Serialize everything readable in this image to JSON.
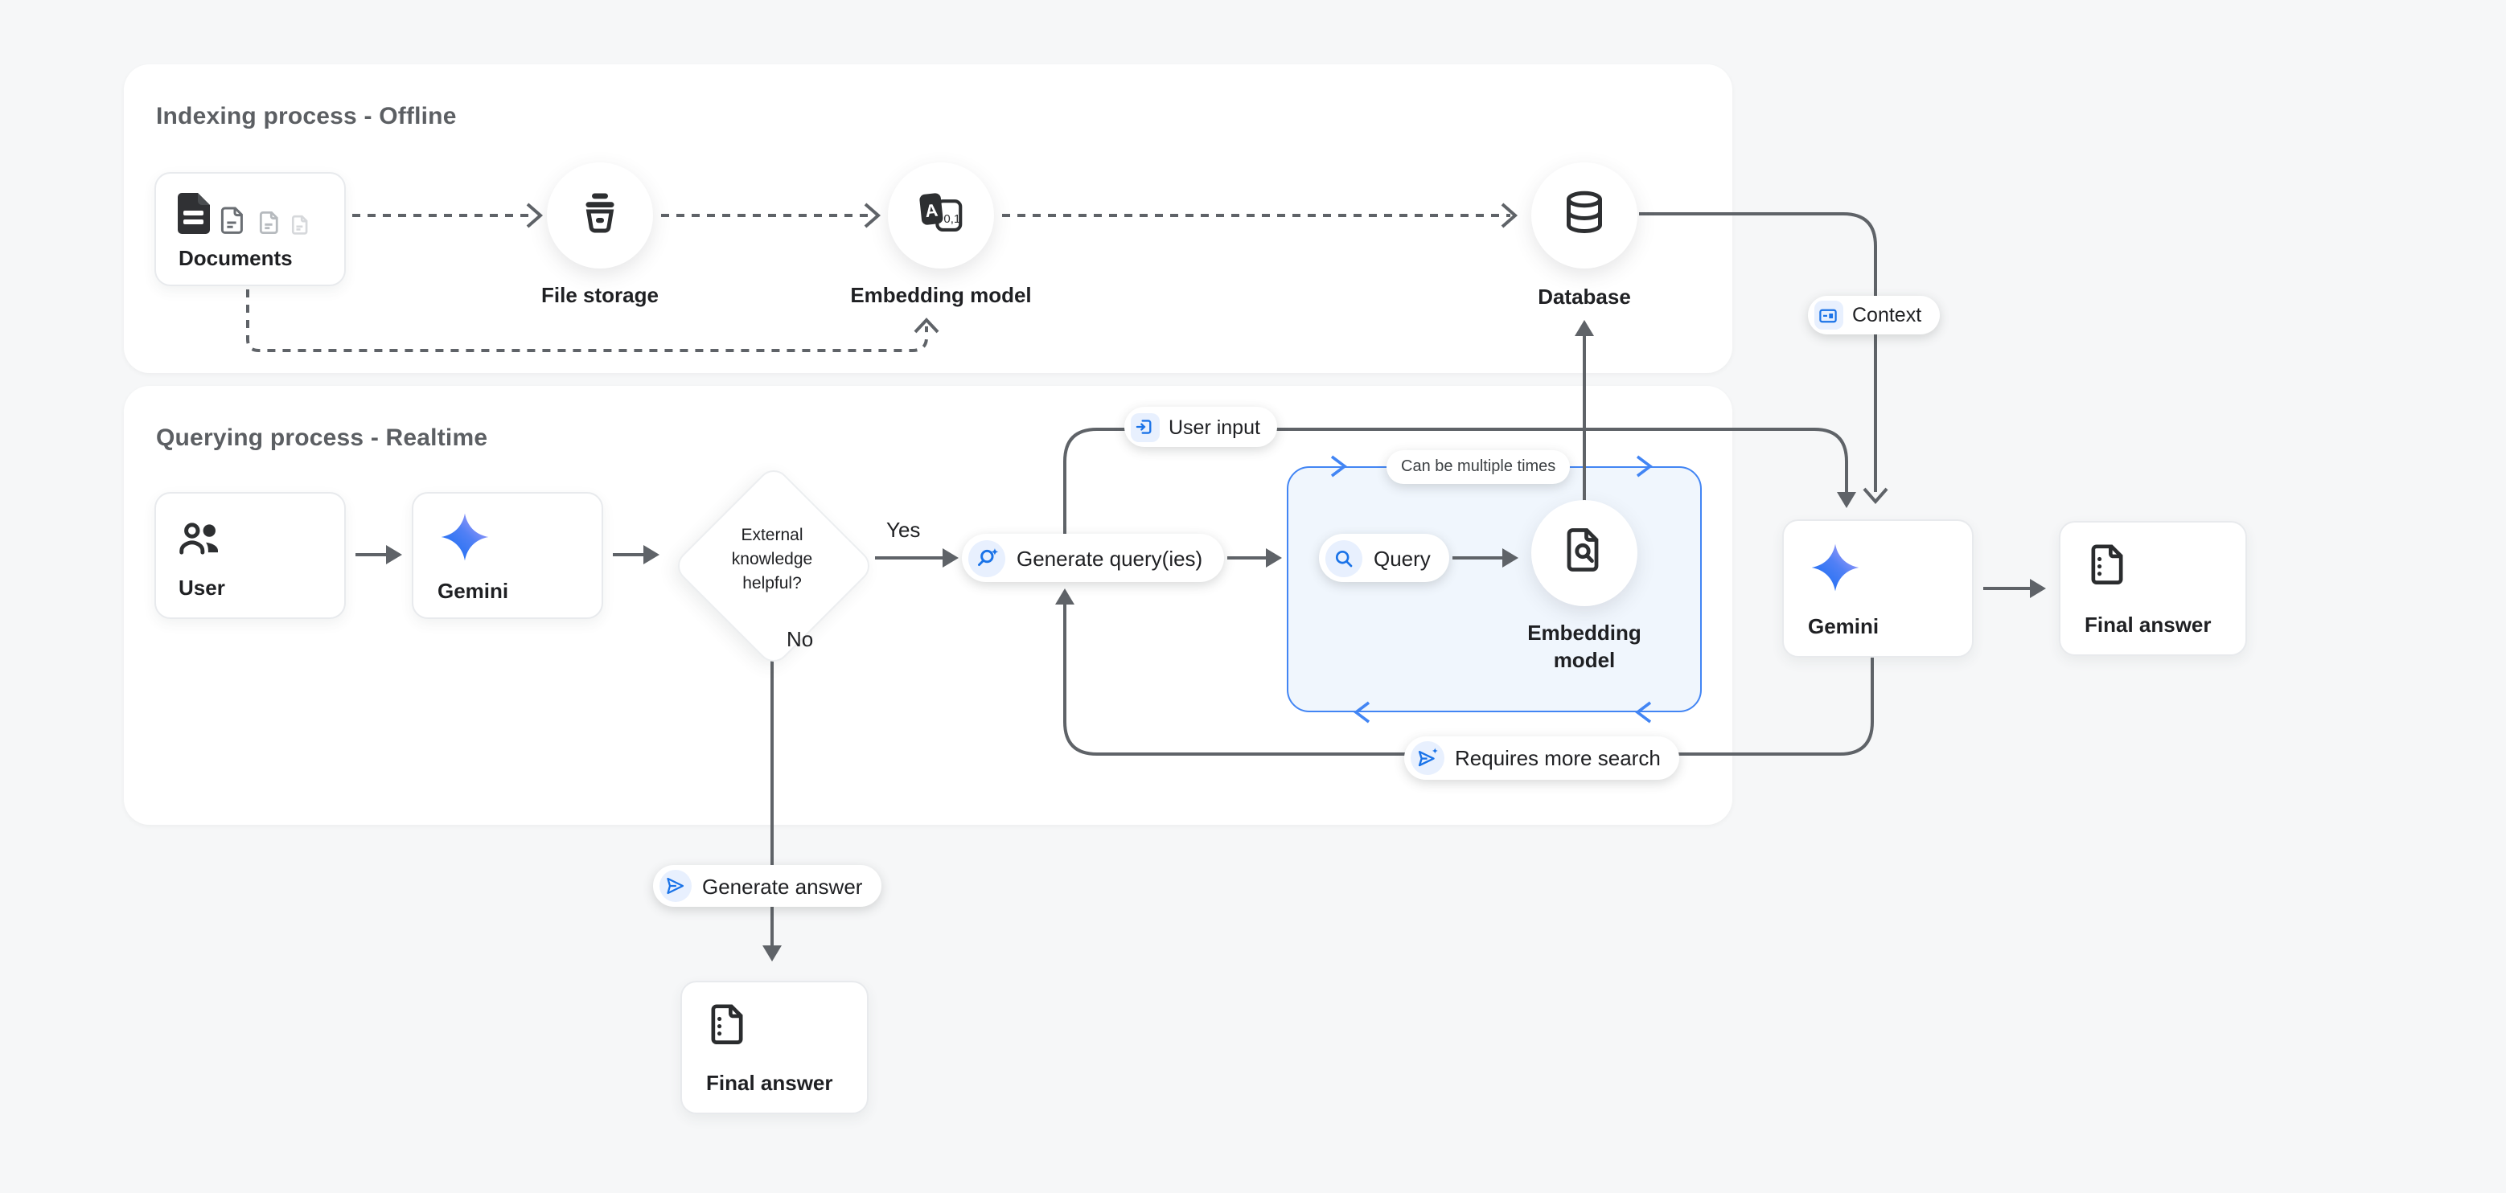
{
  "panels": {
    "indexing": {
      "title": "Indexing process - Offline"
    },
    "querying": {
      "title": "Querying process - Realtime"
    }
  },
  "nodes": {
    "documents": {
      "label": "Documents",
      "icon": "document-stack-icon"
    },
    "file_storage": {
      "label": "File storage",
      "icon": "storage-bucket-icon"
    },
    "embedding_model_index": {
      "label": "Embedding model",
      "icon": "token-translate-icon"
    },
    "database": {
      "label": "Database",
      "icon": "database-cylinder-icon"
    },
    "user": {
      "label": "User",
      "icon": "user-group-icon"
    },
    "gemini_left": {
      "label": "Gemini",
      "icon": "gemini-sparkle-icon"
    },
    "decision": {
      "lines": [
        "External",
        "knowledge",
        "helpful?"
      ]
    },
    "embedding_model_query": {
      "label": "Embedding model",
      "icon": "document-search-icon"
    },
    "gemini_right": {
      "label": "Gemini",
      "icon": "gemini-sparkle-icon"
    },
    "final_answer_right": {
      "label": "Final answer",
      "icon": "document-summary-icon"
    },
    "final_answer_bottom": {
      "label": "Final answer",
      "icon": "document-summary-icon"
    }
  },
  "pills": {
    "context": {
      "label": "Context",
      "icon": "context-card-icon"
    },
    "user_input": {
      "label": "User input",
      "icon": "input-login-icon"
    },
    "generate_queries": {
      "label": "Generate query(ies)",
      "icon": "search-sparkle-icon"
    },
    "query": {
      "label": "Query",
      "icon": "magnifier-icon"
    },
    "can_be_multiple_times": {
      "label": "Can be multiple times"
    },
    "requires_more_search": {
      "label": "Requires more search",
      "icon": "send-sparkle-icon"
    },
    "generate_answer": {
      "label": "Generate answer",
      "icon": "send-icon"
    }
  },
  "edges": {
    "yes_label": "Yes",
    "no_label": "No"
  },
  "colors": {
    "accent_blue": "#4285f4",
    "icon_blue": "#1a73e8",
    "chip_bg": "#e8f0fe",
    "line_gray": "#5f6368",
    "loop_box_bg": "#f0f6fd",
    "page_bg": "#f6f7f8"
  }
}
